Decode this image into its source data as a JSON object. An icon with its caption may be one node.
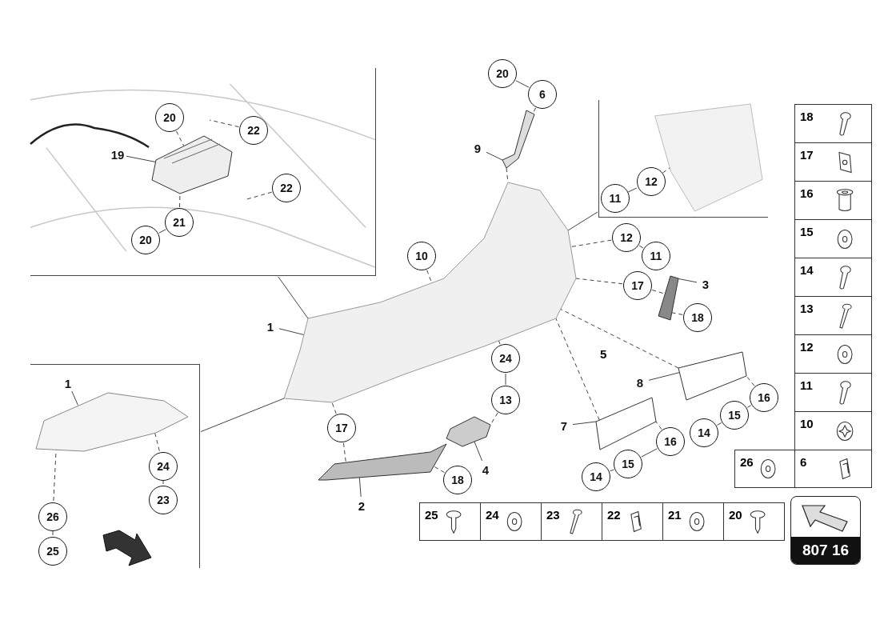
{
  "diagram": {
    "nodes": [
      {
        "text": [],
        "shape": "picture"
      },
      {
        "text": [
          "19"
        ],
        "in": 0
      },
      {
        "text": [],
        "shape": "picture",
        "in": 0
      },
      {
        "text": [
          "20"
        ],
        "in": 0
      },
      {
        "text": [
          "22"
        ],
        "in": 0
      },
      {
        "text": [
          "22"
        ],
        "in": 0
      },
      {
        "text": [
          "21"
        ],
        "in": 0
      },
      {
        "text": [
          "20"
        ],
        "in": 0
      },
      {
        "text": [],
        "shape": "picture"
      },
      {
        "text": [
          "12"
        ],
        "in": 8
      },
      {
        "text": [
          "11"
        ],
        "in": 8
      },
      {
        "text": [],
        "shape": "picture"
      },
      {
        "text": [
          "20"
        ]
      },
      {
        "text": [
          "6"
        ]
      },
      {
        "text": [],
        "shape": "picture"
      },
      {
        "text": [
          "9"
        ]
      },
      {
        "text": [
          "10"
        ]
      },
      {
        "text": [
          "12"
        ]
      },
      {
        "text": [
          "11"
        ]
      },
      {
        "text": [
          "17"
        ]
      },
      {
        "text": [
          "18"
        ]
      },
      {
        "text": [],
        "shape": "picture"
      },
      {
        "text": [
          "3"
        ]
      },
      {
        "text": [
          "1"
        ]
      },
      {
        "text": [
          "24"
        ]
      },
      {
        "text": [
          "13"
        ]
      },
      {
        "text": [],
        "shape": "picture"
      },
      {
        "text": [
          "4"
        ]
      },
      {
        "text": [
          "17"
        ]
      },
      {
        "text": [],
        "shape": "picture"
      },
      {
        "text": [
          "18"
        ]
      },
      {
        "text": [
          "2"
        ]
      },
      {
        "text": [],
        "shape": "picture"
      },
      {
        "text": [
          "8"
        ]
      },
      {
        "text": [],
        "shape": "picture"
      },
      {
        "text": [
          "7"
        ]
      },
      {
        "text": [
          "16"
        ]
      },
      {
        "text": [
          "15"
        ]
      },
      {
        "text": [
          "14"
        ]
      },
      {
        "text": [
          "16"
        ]
      },
      {
        "text": [
          "15"
        ]
      },
      {
        "text": [
          "14"
        ]
      },
      {
        "text": [],
        "shape": "picture"
      },
      {
        "text": [
          "1"
        ],
        "in": 42
      },
      {
        "text": [],
        "shape": "picture",
        "in": 42
      },
      {
        "text": [
          "24"
        ],
        "in": 42
      },
      {
        "text": [
          "23"
        ],
        "in": 42
      },
      {
        "text": [
          "26"
        ],
        "in": 42
      },
      {
        "text": [
          "25"
        ],
        "in": 42
      }
    ],
    "edges": [
      {
        "from": 1,
        "to": 2,
        "arrow": "none"
      },
      {
        "from": 3,
        "to": 2,
        "arrow": "none",
        "style": "dashed"
      },
      {
        "from": 4,
        "to": null,
        "arrow": "none",
        "style": "dashed"
      },
      {
        "from": 5,
        "to": null,
        "arrow": "none",
        "style": "dashed"
      },
      {
        "from": 6,
        "to": 2,
        "arrow": "none",
        "style": "dashed"
      },
      {
        "from": 7,
        "to": 6,
        "arrow": "none"
      },
      {
        "from": 0,
        "to": 11,
        "arrow": "none"
      },
      {
        "from": 8,
        "to": 11,
        "arrow": "none"
      },
      {
        "from": 42,
        "to": 11,
        "arrow": "none"
      },
      {
        "from": 10,
        "to": 9,
        "arrow": "none"
      },
      {
        "from": 9,
        "to": null,
        "arrow": "none",
        "style": "dashed"
      },
      {
        "from": 12,
        "to": 13,
        "arrow": "none"
      },
      {
        "from": 13,
        "to": 14,
        "arrow": "none",
        "style": "dashed"
      },
      {
        "from": 14,
        "to": 11,
        "arrow": "none",
        "style": "dashed"
      },
      {
        "from": 15,
        "to": 14,
        "arrow": "none"
      },
      {
        "from": 16,
        "to": 11,
        "arrow": "none",
        "style": "dashed"
      },
      {
        "from": 17,
        "to": 11,
        "arrow": "none",
        "style": "dashed"
      },
      {
        "from": 18,
        "to": 17,
        "arrow": "none"
      },
      {
        "from": 19,
        "to": 11,
        "arrow": "none",
        "style": "dashed"
      },
      {
        "from": 19,
        "to": 21,
        "arrow": "none",
        "style": "dashed"
      },
      {
        "from": 20,
        "to": 21,
        "arrow": "none",
        "style": "dashed"
      },
      {
        "from": 22,
        "to": 21,
        "arrow": "none"
      },
      {
        "from": 23,
        "to": 11,
        "arrow": "none"
      },
      {
        "from": 24,
        "to": 11,
        "arrow": "none",
        "style": "dashed"
      },
      {
        "from": 25,
        "to": 24,
        "arrow": "none"
      },
      {
        "from": 25,
        "to": 26,
        "arrow": "none",
        "style": "dashed"
      },
      {
        "from": 27,
        "to": 26,
        "arrow": "none"
      },
      {
        "from": 28,
        "to": 11,
        "arrow": "none",
        "style": "dashed"
      },
      {
        "from": 28,
        "to": 29,
        "arrow": "none",
        "style": "dashed"
      },
      {
        "from": 30,
        "to": 29,
        "arrow": "none",
        "style": "dashed"
      },
      {
        "from": 31,
        "to": 29,
        "arrow": "none"
      },
      {
        "from": 33,
        "to": 32,
        "arrow": "none"
      },
      {
        "from": 35,
        "to": 34,
        "arrow": "none"
      },
      {
        "from": 36,
        "to": 32,
        "arrow": "none",
        "style": "dashed"
      },
      {
        "from": 37,
        "to": 36,
        "arrow": "none"
      },
      {
        "from": 38,
        "to": 37,
        "arrow": "none"
      },
      {
        "from": 39,
        "to": 34,
        "arrow": "none",
        "style": "dashed"
      },
      {
        "from": 40,
        "to": 39,
        "arrow": "none"
      },
      {
        "from": 41,
        "to": 40,
        "arrow": "none"
      },
      {
        "from": 32,
        "to": 11,
        "arrow": "none",
        "style": "dashed"
      },
      {
        "from": 34,
        "to": 11,
        "arrow": "none",
        "style": "dashed"
      },
      {
        "from": 43,
        "to": 44,
        "arrow": "none"
      },
      {
        "from": 45,
        "to": 44,
        "arrow": "none",
        "style": "dashed"
      },
      {
        "from": 46,
        "to": 45,
        "arrow": "none"
      },
      {
        "from": 47,
        "to": 44,
        "arrow": "none",
        "style": "dashed"
      },
      {
        "from": 48,
        "to": 47,
        "arrow": "none"
      }
    ],
    "labels": [
      "5",
      "18",
      "17",
      "16",
      "15",
      "14",
      "13",
      "12",
      "11",
      "10",
      "26",
      "6",
      "25",
      "24",
      "23",
      "22",
      "21",
      "20",
      "807 16"
    ]
  }
}
